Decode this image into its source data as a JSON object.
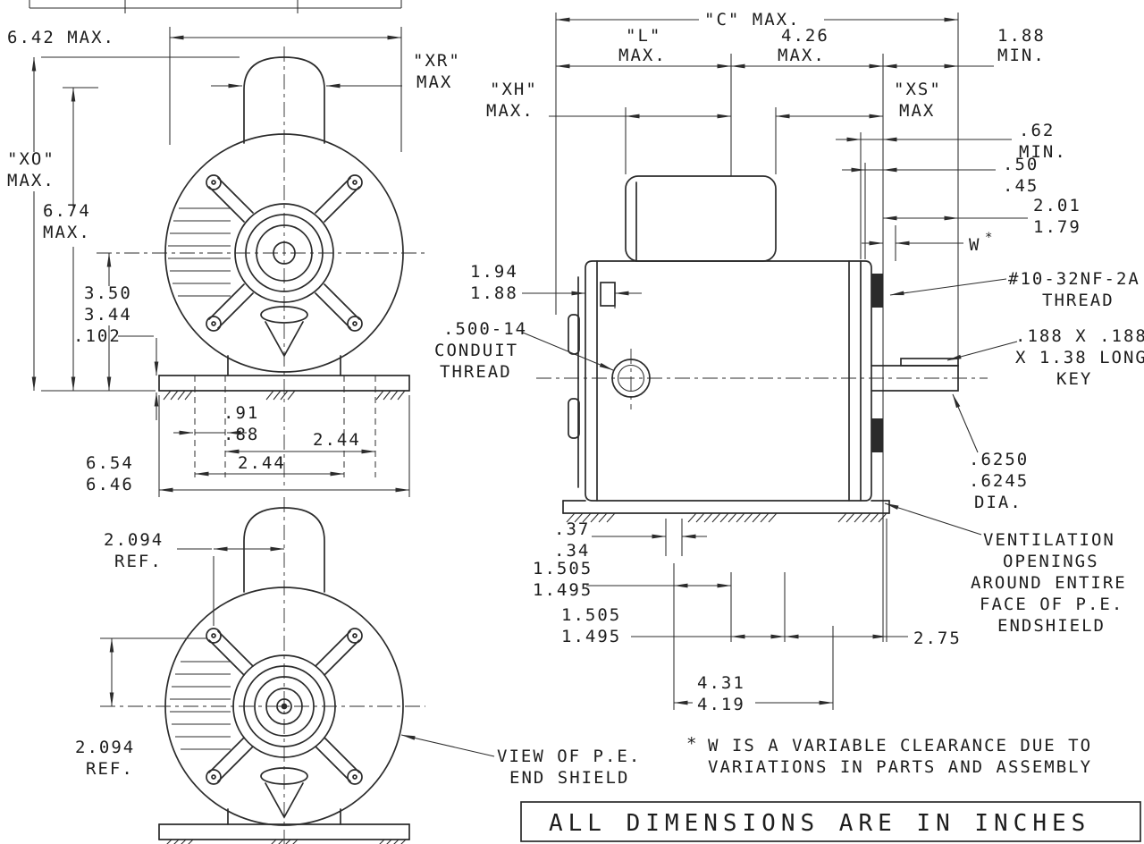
{
  "drawing": {
    "front": {
      "w642": "6.42 MAX.",
      "xr1": "\"XR\"",
      "xr2": "MAX",
      "xo1": "\"XO\"",
      "xo2": "MAX.",
      "h674a": "6.74",
      "h674b": "MAX.",
      "h350": "3.50",
      "h344": "3.44",
      "t102": ".102",
      "w91": ".91",
      "w88": ".88",
      "w244a": "2.44",
      "w244b": "2.44",
      "w654": "6.54",
      "w646": "6.46"
    },
    "pe": {
      "refTop1": "2.094",
      "refTop2": "REF.",
      "refBot1": "2.094",
      "refBot2": "REF.",
      "view1": "VIEW OF P.E.",
      "view2": "END SHIELD"
    },
    "side": {
      "cmax": "\"C\" MAX.",
      "l1": "\"L\"",
      "l2": "MAX.",
      "d426a": "4.26",
      "d426b": "MAX.",
      "d188a": "1.88",
      "d188b": "MIN.",
      "xh1": "\"XH\"",
      "xh2": "MAX.",
      "xs1": "\"XS\"",
      "xs2": "MAX",
      "d62a": ".62",
      "d62b": "MIN.",
      "d50": ".50",
      "d45": ".45",
      "d201": "2.01",
      "d179": "1.79",
      "w": "W",
      "wmark": "*",
      "thr1": "#10-32NF-2A",
      "thr2": "THREAD",
      "d194": "1.94",
      "d188": "1.88",
      "cond1": ".500-14",
      "cond2": "CONDUIT",
      "cond3": "THREAD",
      "key1": ".188 X .188",
      "key2": "X 1.38 LONG",
      "key3": "KEY",
      "dia1": ".6250",
      "dia2": ".6245",
      "dia3": "DIA.",
      "vent1": "VENTILATION",
      "vent2": "OPENINGS",
      "vent3": "AROUND ENTIRE",
      "vent4": "FACE OF P.E.",
      "vent5": "ENDSHIELD",
      "d37": ".37",
      "d34": ".34",
      "a1505": "1.505",
      "a1495": "1.495",
      "b1505": "1.505",
      "b1495": "1.495",
      "d275": "2.75",
      "d431": "4.31",
      "d419": "4.19"
    },
    "notes": {
      "mark": "*",
      "line1": "W IS A VARIABLE CLEARANCE DUE TO",
      "line2": "VARIATIONS IN PARTS AND ASSEMBLY"
    },
    "footer": {
      "text": "ALL DIMENSIONS ARE IN INCHES"
    }
  }
}
